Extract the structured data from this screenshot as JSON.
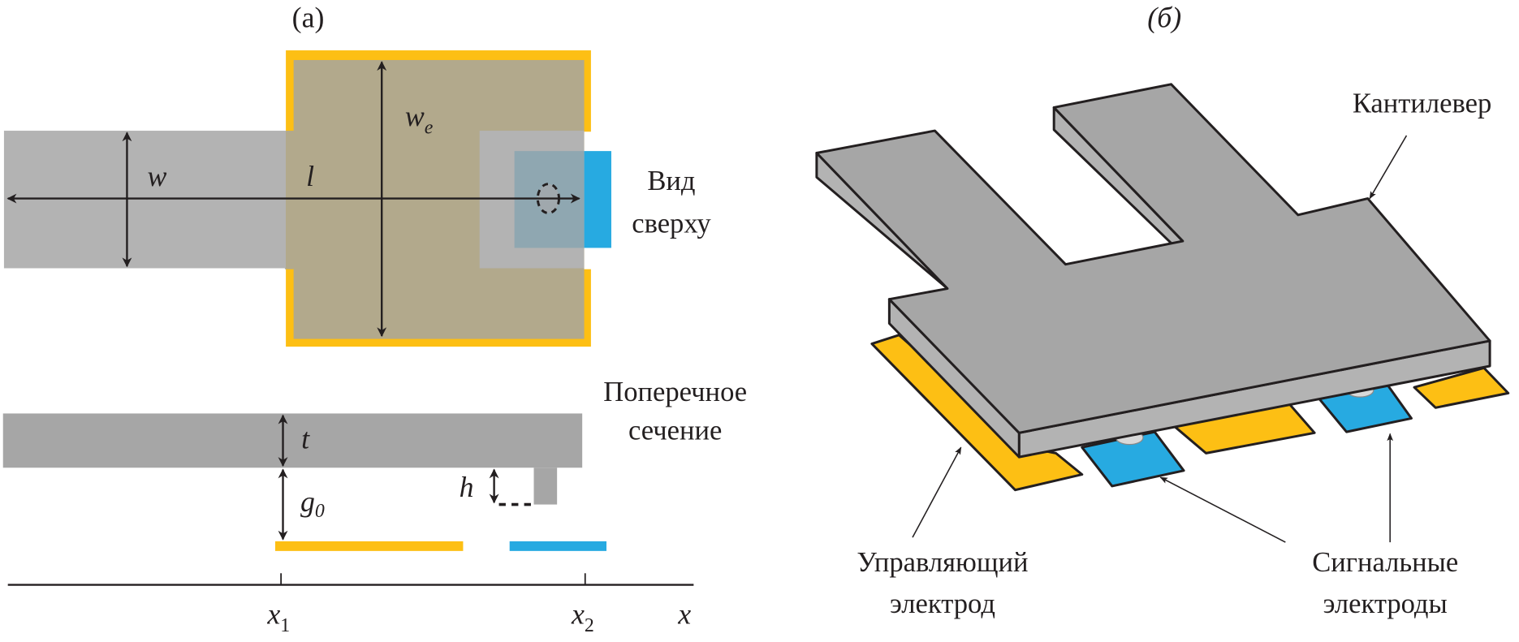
{
  "panel_a": {
    "label": "(a)",
    "top_view": {
      "caption_line1": "Вид",
      "caption_line2": "сверху",
      "dim_w": "w",
      "dim_l": "l",
      "dim_we_base": "w",
      "dim_we_sub": "e"
    },
    "cross_section": {
      "caption_line1": "Поперечное",
      "caption_line2": "сечение",
      "dim_t": "t",
      "dim_g_base": "g",
      "dim_g_sub": "0",
      "dim_h": "h",
      "axis_x1_base": "x",
      "axis_x1_sub": "1",
      "axis_x2_base": "x",
      "axis_x2_sub": "2",
      "axis_label": "x"
    }
  },
  "panel_b": {
    "label": "(б)",
    "cantilever_label": "Кантилевер",
    "control_electrode_line1": "Управляющий",
    "control_electrode_line2": "электрод",
    "signal_electrodes_line1": "Сигнальные",
    "signal_electrodes_line2": "электроды"
  },
  "colors": {
    "control_electrode": "#fdbf14",
    "signal_electrode": "#27aae1",
    "cantilever": "#a6a6a6",
    "overlap": "#b2a98c"
  }
}
